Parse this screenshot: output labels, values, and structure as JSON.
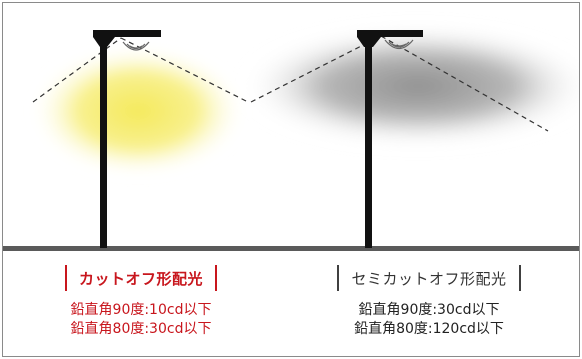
{
  "colors": {
    "cutoff_accent": "#c8161d",
    "semi_accent": "#333333",
    "cutoff_light": "#f7ee7a",
    "semi_light": "#9a9a9a",
    "ground": "#5a5a5a",
    "pole": "#111111"
  },
  "cutoff": {
    "title": "カットオフ形配光",
    "specs": [
      "鉛直角90度:10cd以下",
      "鉛直角80度:30cd以下"
    ]
  },
  "semi_cutoff": {
    "title": "セミカットオフ形配光",
    "specs": [
      "鉛直角90度:30cd以下",
      "鉛直角80度:120cd以下"
    ]
  }
}
